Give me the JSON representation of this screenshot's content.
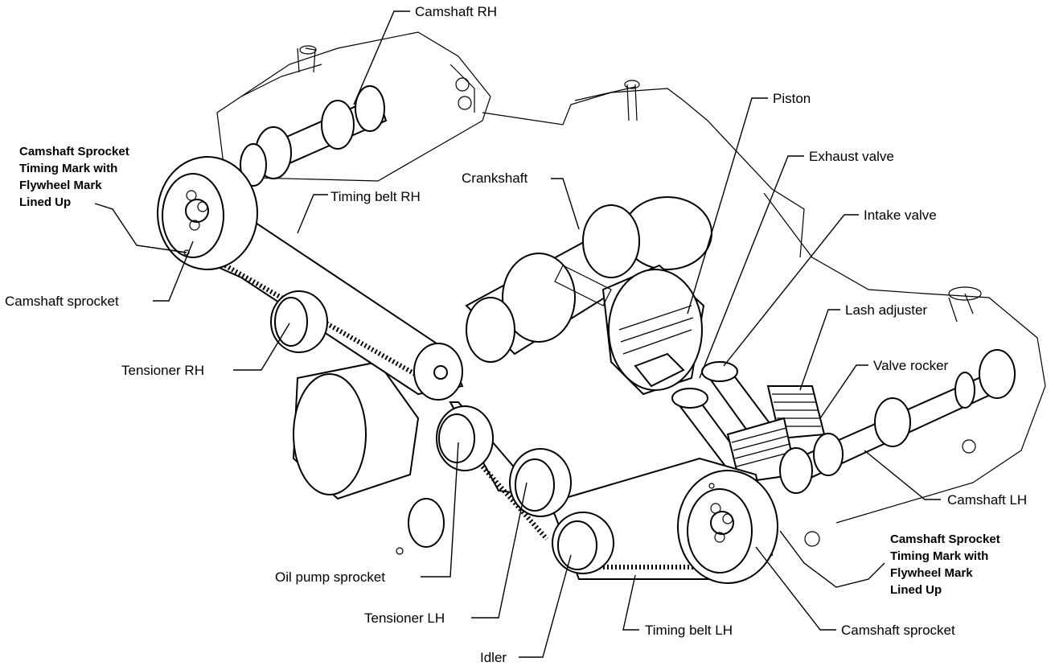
{
  "labels": {
    "camshaft_rh": "Camshaft RH",
    "piston": "Piston",
    "exhaust_valve": "Exhaust valve",
    "intake_valve": "Intake valve",
    "crankshaft": "Crankshaft",
    "timing_belt_rh": "Timing belt RH",
    "camshaft_sprocket_timing_rh": [
      "Camshaft Sprocket",
      "Timing Mark with",
      "Flywheel Mark",
      "Lined Up"
    ],
    "camshaft_sprocket_rh": "Camshaft sprocket",
    "tensioner_rh": "Tensioner RH",
    "lash_adjuster": "Lash adjuster",
    "valve_rocker": "Valve rocker",
    "camshaft_lh": "Camshaft LH",
    "camshaft_sprocket_timing_lh": [
      "Camshaft Sprocket",
      "Timing Mark with",
      "Flywheel Mark",
      "Lined Up"
    ],
    "oil_pump_sprocket": "Oil pump sprocket",
    "tensioner_lh": "Tensioner LH",
    "idler": "Idler",
    "timing_belt_lh": "Timing belt LH",
    "camshaft_sprocket_lh": "Camshaft sprocket"
  }
}
